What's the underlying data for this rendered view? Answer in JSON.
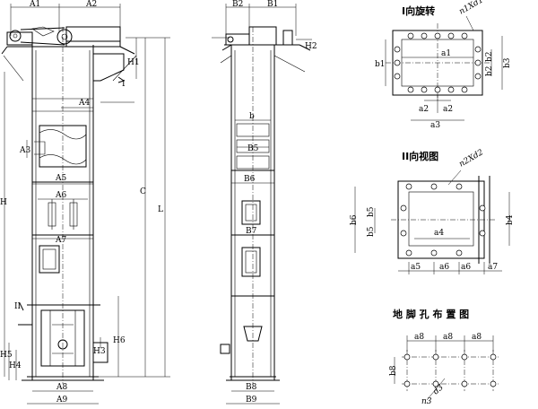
{
  "front_view": {
    "top": [
      "A1",
      "A2"
    ],
    "left": [
      "H",
      "H5",
      "H4"
    ],
    "right": [
      "H1",
      "C",
      "L",
      "H6",
      "H3"
    ],
    "inner": [
      "A4",
      "A3",
      "A5",
      "A6",
      "A7",
      "A8",
      "A9"
    ],
    "marker_ii": "II",
    "marker_i": "I"
  },
  "side_view": {
    "top": [
      "B2",
      "B1"
    ],
    "right": [
      "H2"
    ],
    "inner": [
      "b",
      "B5",
      "B6",
      "B7",
      "B8",
      "B9"
    ]
  },
  "view_i": {
    "title": "I向旋转",
    "labels": [
      "n1Xd1",
      "a1",
      "b1",
      "b2",
      "b2",
      "b3",
      "a2",
      "a2",
      "a3"
    ]
  },
  "view_ii": {
    "title": "II向视图",
    "labels": [
      "n2Xd2",
      "b6",
      "b5",
      "b5",
      "b4",
      "a4",
      "a5",
      "a6",
      "a6",
      "a7"
    ]
  },
  "foundation": {
    "title": "地 脚 孔 布 置 图",
    "labels": [
      "a8",
      "a8",
      "a8",
      "b8",
      "n3",
      "d3"
    ]
  }
}
